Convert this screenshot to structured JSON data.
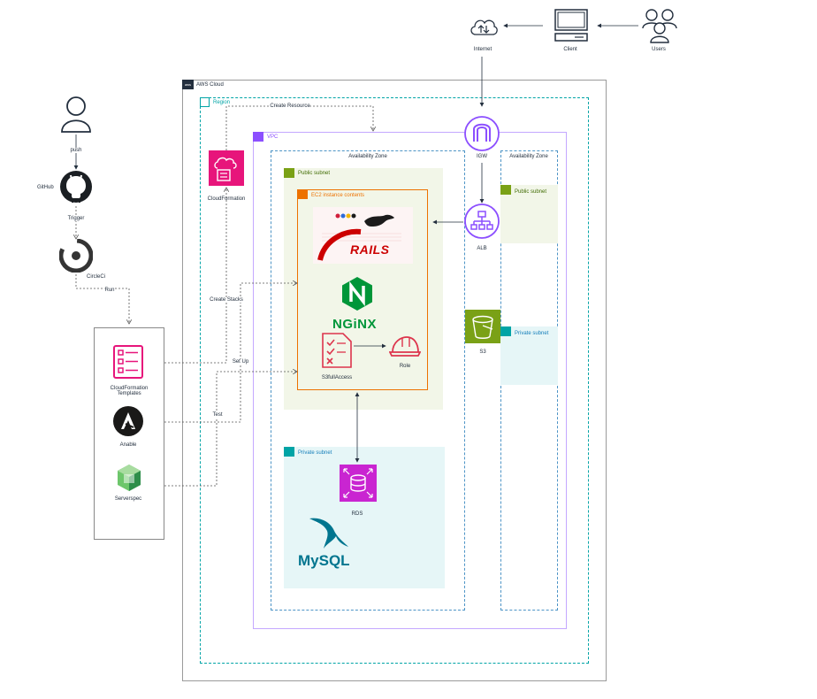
{
  "top": {
    "internet_label": "Internet",
    "client_label": "Client",
    "users_label": "Users"
  },
  "pipeline": {
    "push_label": "push",
    "github_label": "GitHub",
    "trigger_label": "Trigger",
    "circleci_label": "CircleCi",
    "run_label": "Run"
  },
  "tools": {
    "cfn_templates_label": "CloudFormation\nTemplates",
    "ansible_label": "Anable",
    "serverspec_label": "Serverspec"
  },
  "edges": {
    "create_resource": "Create Resource",
    "create_stacks": "Create Stacks",
    "set_up": "Set Up",
    "test": "Test"
  },
  "aws": {
    "cloud_label": "AWS Cloud",
    "region_label": "Region",
    "cloudformation_label": "CloudFormation",
    "vpc_label": "VPC",
    "az_left_label": "Availability Zone",
    "az_right_label": "Availability Zone",
    "public_subnet_label": "Public subnet",
    "private_subnet_label": "Private subnet",
    "public_subnet_right_label": "Public subnet",
    "private_subnet_right_label": "Private subnet",
    "ec2_label": "EC2 instance contents",
    "rails_label": "RAILS",
    "nginx_label": "NGiNX",
    "s3fullaccess_label": "S3fullAccess",
    "role_label": "Role",
    "igw_label": "IGW",
    "alb_label": "ALB",
    "s3_label": "S3",
    "rds_label": "RDS",
    "mysql_label": "MySQL"
  },
  "colors": {
    "aws_cloud_border": "#9a9a9a",
    "region_border": "#00a4a6",
    "vpc_border": "#8c4fff",
    "public_subnet_fill": "#f2f6e8",
    "public_subnet_accent": "#7aa116",
    "private_subnet_fill": "#e6f6f7",
    "private_subnet_accent": "#00a4a6",
    "ec2_border": "#ed7100",
    "cloudformation_pink": "#e7157b",
    "rds_purple": "#c925d1",
    "s3_green": "#7aa116",
    "nginx_green": "#009639",
    "role_red": "#dd344c"
  }
}
